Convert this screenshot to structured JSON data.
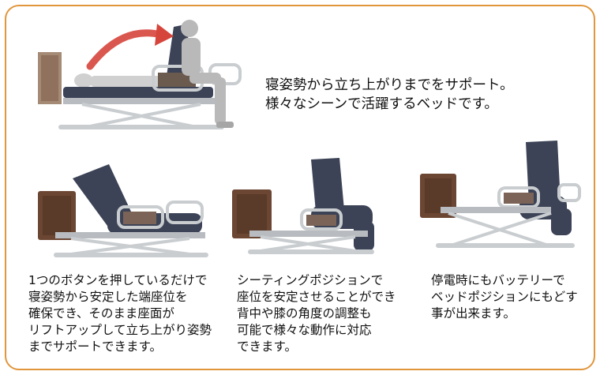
{
  "headline": {
    "line1": "寝姿勢から立ち上がりまでをサポート。",
    "line2": "様々なシーンで活躍するベッドです。"
  },
  "panels": [
    {
      "caption_lines": [
        "1つのボタンを押しているだけで",
        "寝姿勢から安定した端座位を",
        "確保でき、そのまま座面が",
        "リフトアップして立ち上がり姿勢",
        "までサポートできます。"
      ]
    },
    {
      "caption_lines": [
        "シーティングポジションで",
        "座位を安定させることができ",
        "背中や膝の角度の調整も",
        "可能で様々な動作に対応",
        "できます。"
      ]
    },
    {
      "caption_lines": [
        "停電時にもバッテリーで",
        "ベッドポジションにもどす",
        "事が出来ます。"
      ]
    }
  ],
  "colors": {
    "border": "#e1963c",
    "arrow": "#d6453c",
    "mattress": "#3c4356",
    "wood": "#6b4632",
    "frame": "#c9cdd0",
    "silhouette": "#b9b9b9"
  }
}
